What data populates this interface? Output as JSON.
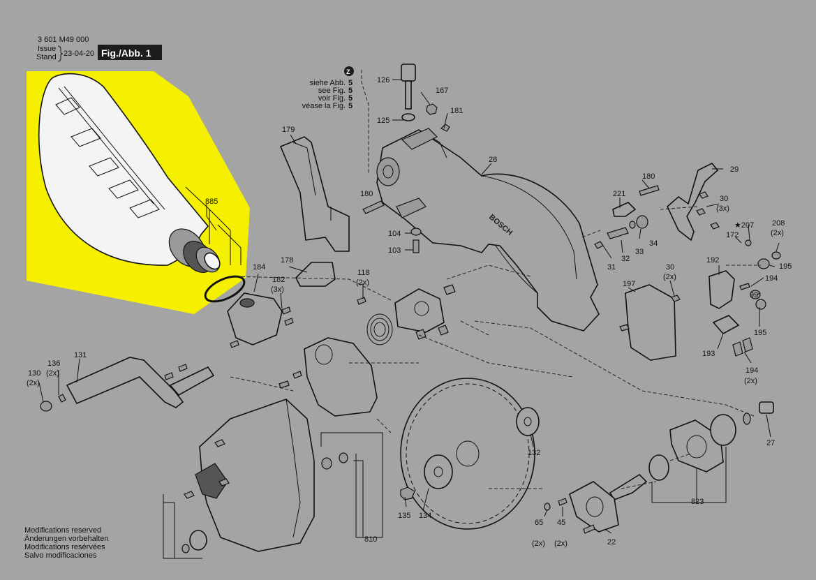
{
  "header": {
    "doc_number": "3 601 M49 000",
    "issue_label": "Issue",
    "stand_label": "Stand",
    "date": "23-04-20",
    "fig_label": "Fig./Abb. 1"
  },
  "reference_note": {
    "marker": "Z",
    "lines": [
      {
        "text": "siehe Abb.",
        "num": "5"
      },
      {
        "text": "see Fig.",
        "num": "5"
      },
      {
        "text": "voir Fig.",
        "num": "5"
      },
      {
        "text": "véase la Fig.",
        "num": "5"
      }
    ]
  },
  "footer": {
    "lines": [
      "Modifications reserved",
      "Änderungen vorbehalten",
      "Modifications resérvées",
      "Salvo modificaciones"
    ]
  },
  "brand_mark": "BOSCH",
  "highlight_color": "#f5f000",
  "part_labels": [
    {
      "id": "126",
      "text": "126"
    },
    {
      "id": "167",
      "text": "167"
    },
    {
      "id": "181",
      "text": "181"
    },
    {
      "id": "125",
      "text": "125"
    },
    {
      "id": "179",
      "text": "179"
    },
    {
      "id": "28",
      "text": "28"
    },
    {
      "id": "29",
      "text": "29"
    },
    {
      "id": "180a",
      "text": "180"
    },
    {
      "id": "180b",
      "text": "180"
    },
    {
      "id": "221",
      "text": "221"
    },
    {
      "id": "30a",
      "text": "30"
    },
    {
      "id": "30a-qty",
      "text": "(3x)"
    },
    {
      "id": "885",
      "text": "885"
    },
    {
      "id": "104",
      "text": "104"
    },
    {
      "id": "103",
      "text": "103"
    },
    {
      "id": "207",
      "text": "★207"
    },
    {
      "id": "208",
      "text": "208"
    },
    {
      "id": "208-qty",
      "text": "(2x)"
    },
    {
      "id": "172",
      "text": "172"
    },
    {
      "id": "33",
      "text": "33"
    },
    {
      "id": "34",
      "text": "34"
    },
    {
      "id": "32",
      "text": "32"
    },
    {
      "id": "31",
      "text": "31"
    },
    {
      "id": "192",
      "text": "192"
    },
    {
      "id": "195a",
      "text": "195"
    },
    {
      "id": "194a",
      "text": "194"
    },
    {
      "id": "99",
      "text": "99"
    },
    {
      "id": "184",
      "text": "184"
    },
    {
      "id": "178",
      "text": "178"
    },
    {
      "id": "118",
      "text": "118"
    },
    {
      "id": "118-qty",
      "text": "(2x)"
    },
    {
      "id": "182",
      "text": "182"
    },
    {
      "id": "182-qty",
      "text": "(3x)"
    },
    {
      "id": "30b",
      "text": "30"
    },
    {
      "id": "30b-qty",
      "text": "(2x)"
    },
    {
      "id": "197",
      "text": "197"
    },
    {
      "id": "195b",
      "text": "195"
    },
    {
      "id": "193",
      "text": "193"
    },
    {
      "id": "194b",
      "text": "194"
    },
    {
      "id": "194b-qty",
      "text": "(2x)"
    },
    {
      "id": "131",
      "text": "131"
    },
    {
      "id": "136",
      "text": "136"
    },
    {
      "id": "136-qty",
      "text": "(2x)"
    },
    {
      "id": "130",
      "text": "130"
    },
    {
      "id": "130-qty",
      "text": "(2x)"
    },
    {
      "id": "27",
      "text": "27"
    },
    {
      "id": "132",
      "text": "132"
    },
    {
      "id": "823",
      "text": "823"
    },
    {
      "id": "135",
      "text": "135"
    },
    {
      "id": "134",
      "text": "134"
    },
    {
      "id": "810",
      "text": "810"
    },
    {
      "id": "65",
      "text": "65"
    },
    {
      "id": "65-qty",
      "text": "(2x)"
    },
    {
      "id": "45",
      "text": "45"
    },
    {
      "id": "45-qty",
      "text": "(2x)"
    },
    {
      "id": "22",
      "text": "22"
    }
  ]
}
